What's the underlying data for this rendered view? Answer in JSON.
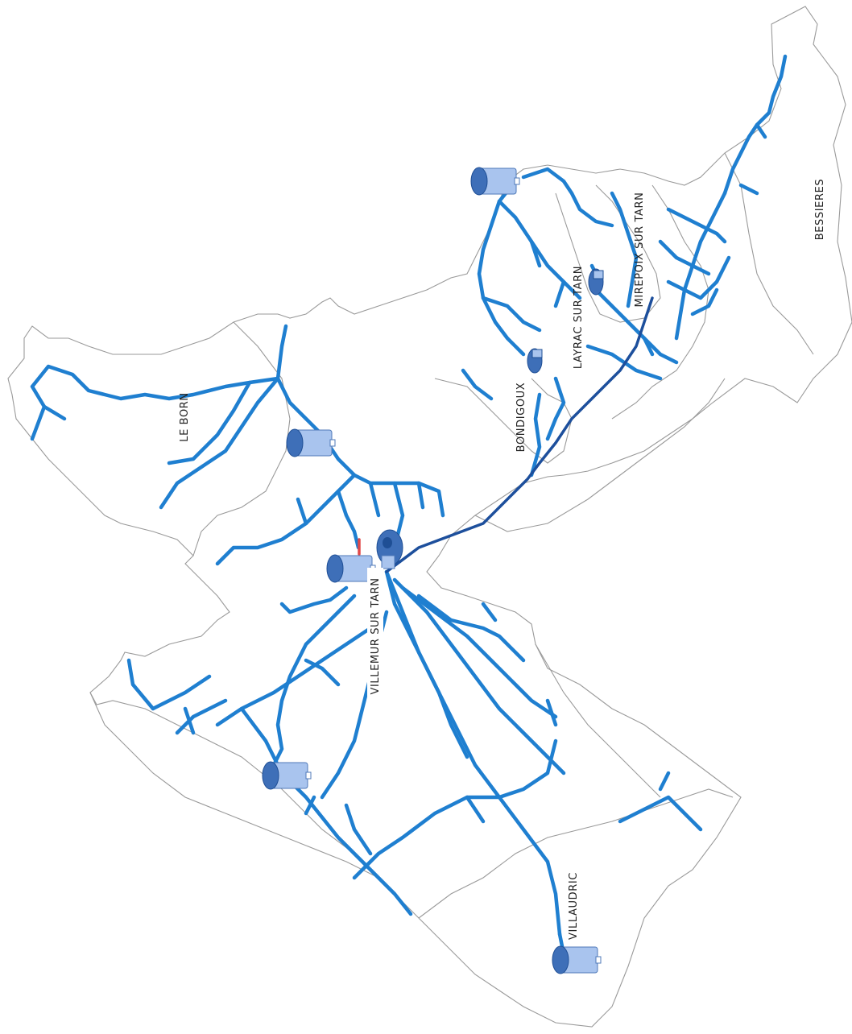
{
  "communes": [
    {
      "id": "le-born",
      "label": "LE BORN"
    },
    {
      "id": "villemur",
      "label": "VILLEMUR SUR TARN"
    },
    {
      "id": "bondigoux",
      "label": "BONDIGOUX"
    },
    {
      "id": "layrac",
      "label": "LAYRAC SUR TARN"
    },
    {
      "id": "mirepoix",
      "label": "MIREPOIX SUR TARN"
    },
    {
      "id": "bessieres",
      "label": "BESSIERES"
    },
    {
      "id": "villaudric",
      "label": "VILLAUDRIC"
    }
  ],
  "icons": {
    "water_tower": "water-tower-icon",
    "treatment_plant": "treatment-plant-icon"
  },
  "colors": {
    "network": "#1f7fd0",
    "trunk_main": "#1d4f9c",
    "boundary": "#9a9a9a",
    "tank_light": "#a9c4ee",
    "tank_dark": "#3e6fb8",
    "valve": "#e04848"
  }
}
